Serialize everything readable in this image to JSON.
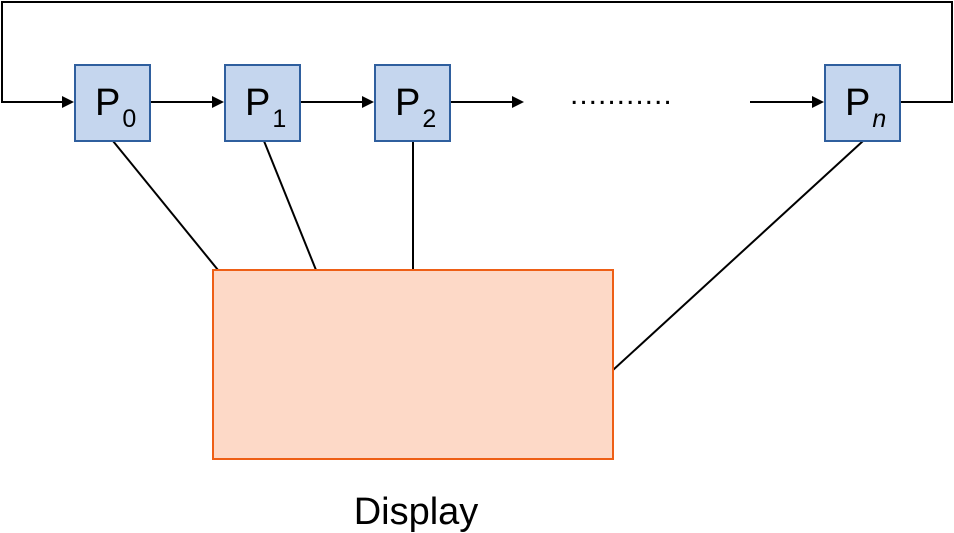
{
  "processes": [
    {
      "base": "P",
      "sub": "0",
      "italic_sub": false
    },
    {
      "base": "P",
      "sub": "1",
      "italic_sub": false
    },
    {
      "base": "P",
      "sub": "2",
      "italic_sub": false
    },
    {
      "base": "P",
      "sub": "n",
      "italic_sub": true
    }
  ],
  "ellipsis": "...........",
  "display": {
    "label": "Display"
  },
  "colors": {
    "process_fill": "#c5d6ee",
    "process_stroke": "#2f5f9e",
    "display_fill": "#fdd9c7",
    "display_stroke": "#ee5f16",
    "line": "#000000"
  }
}
